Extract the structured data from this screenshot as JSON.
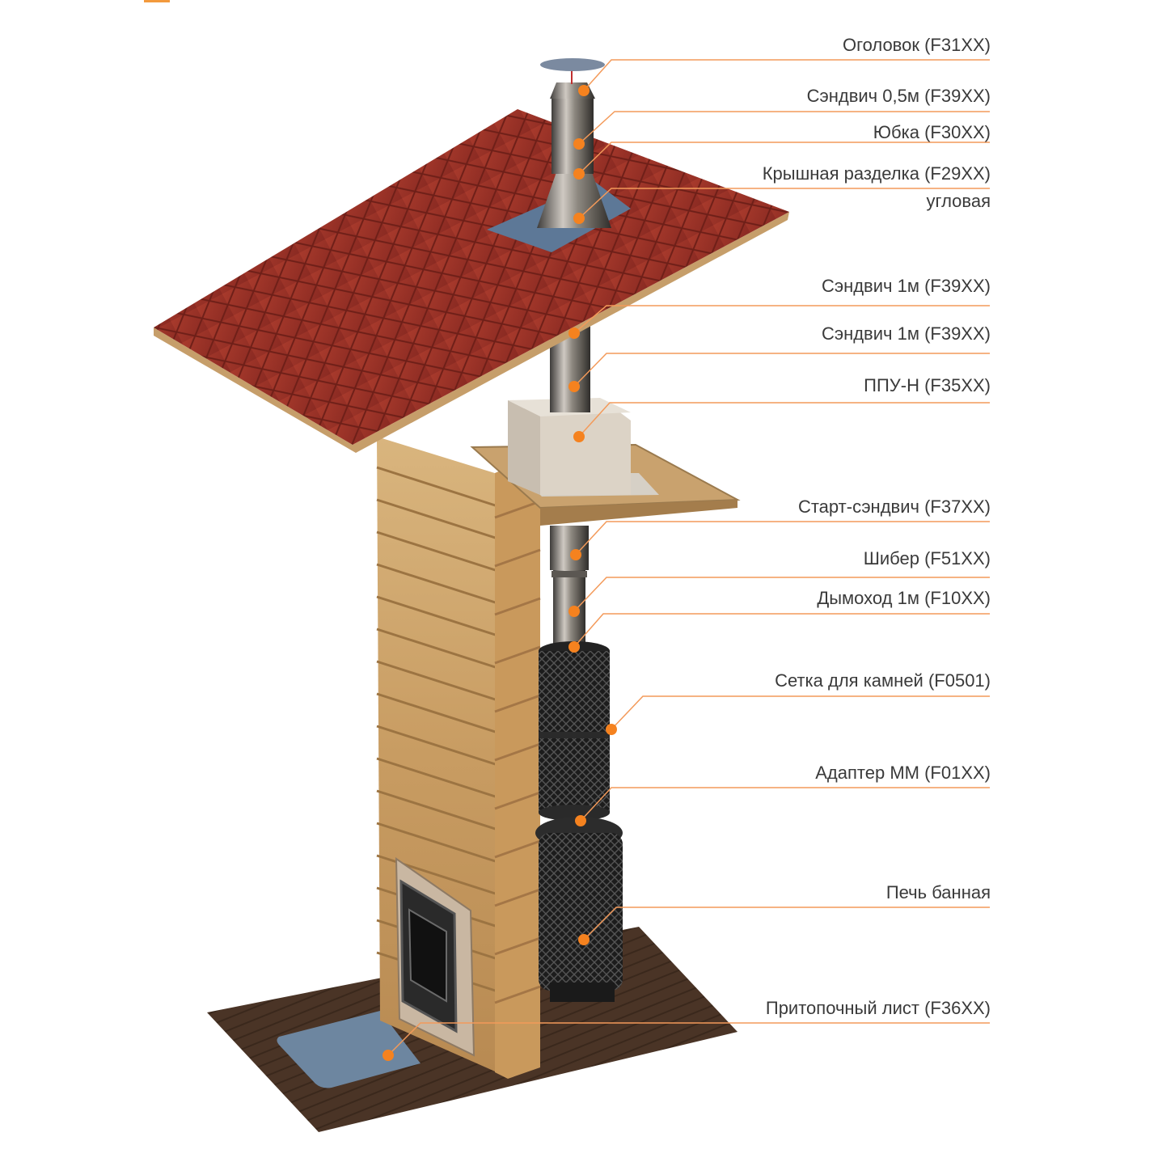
{
  "diagram": {
    "accent_color": "#f5821f",
    "line_color": "#f39a5a",
    "components": [
      {
        "id": "ogolovok",
        "label": "Оголовок (F31XX)"
      },
      {
        "id": "sandwich-05",
        "label": "Сэндвич 0,5м (F39XX)"
      },
      {
        "id": "yubka",
        "label": "Юбка (F30XX)"
      },
      {
        "id": "roof-cut",
        "label": "Крышная разделка (F29XX)",
        "label2": "угловая"
      },
      {
        "id": "sandwich-1-a",
        "label": "Сэндвич 1м (F39XX)"
      },
      {
        "id": "sandwich-1-b",
        "label": "Сэндвич 1м (F39XX)"
      },
      {
        "id": "ppu-n",
        "label": "ППУ-Н (F35XX)"
      },
      {
        "id": "start-sandwich",
        "label": "Старт-сэндвич (F37XX)"
      },
      {
        "id": "shiber",
        "label": "Шибер (F51XX)"
      },
      {
        "id": "dymokhod",
        "label": "Дымоход 1м (F10XX)"
      },
      {
        "id": "stone-mesh",
        "label": "Сетка для камней (F0501)"
      },
      {
        "id": "adapter",
        "label": "Адаптер ММ (F01XX)"
      },
      {
        "id": "stove",
        "label": "Печь банная"
      },
      {
        "id": "fire-sheet",
        "label": "Притопочный лист (F36XX)"
      }
    ]
  }
}
